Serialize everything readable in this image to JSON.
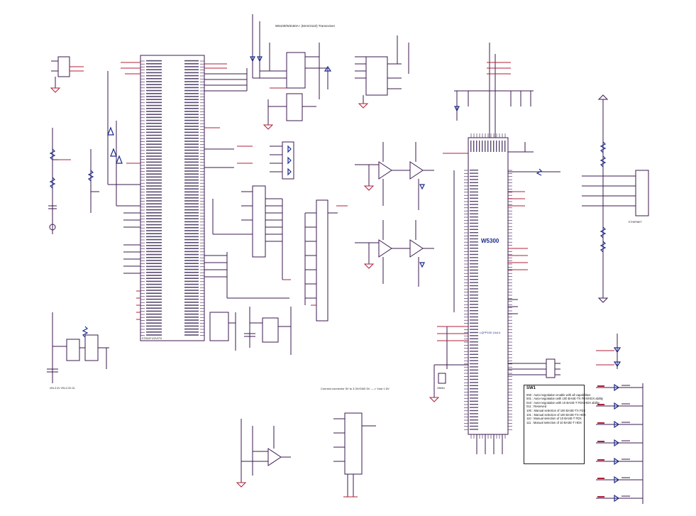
{
  "labels": {
    "top_header": "W5100/W3150A+  (MAG3110) Transceiver",
    "main_chip_title": "W5300",
    "main_chip_sub": "LQFP100 14x14",
    "bottom_note": "Connect connector 5V to 3.3V/GND 5V  ---->  Vout 1.5V",
    "bottom_small_left": "VIN-3.3V  VIN-3.3V  GL",
    "conn_label": "ETHERNET",
    "crystal": "25MHz",
    "u_main": "STM32F103VET6"
  },
  "sw_note": {
    "title": "SW1",
    "lines": [
      "000 : Auto-negotiation enable with all capabilities",
      "001 : Auto-negotiation with 100 BASE-TX FDX/HDX ability",
      "010 : Auto-negotiation with 10 BASE-T FDX/HDX ability",
      "011 : Reserved",
      "100 : Manual selection of 100 BASE-TX FDX",
      "101 : Manual selection of 100 BASE-TX HDX",
      "110 : Manual selection of 10 BASE-T FDX",
      "111 : Manual selection of 10 BASE-T HDX"
    ]
  },
  "colors": {
    "wire": "#3b1a4f",
    "net": "#b0203a",
    "comp": "#1a2a8a"
  }
}
